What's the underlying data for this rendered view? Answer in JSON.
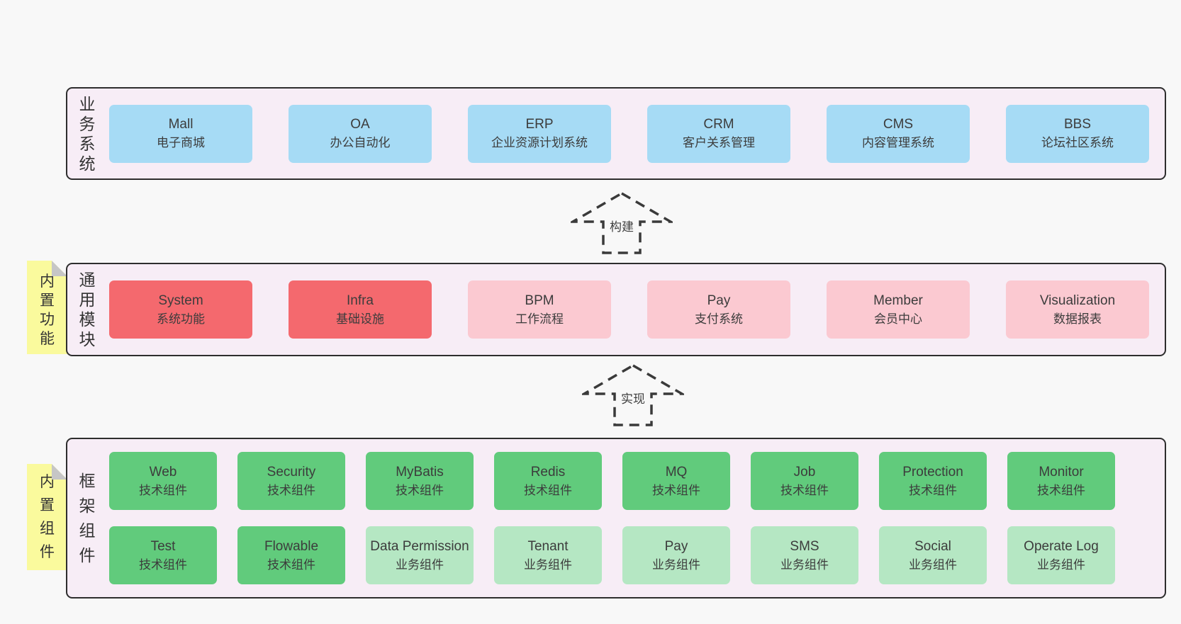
{
  "colors": {
    "background": "#f8f8f8",
    "panel_fill": "#f7edf6",
    "panel_border": "#2e2e2e",
    "blue": "#a6dbf5",
    "red": "#f4696e",
    "pink": "#fbc9d1",
    "green": "#61cb7c",
    "light_green": "#b5e7c3",
    "sticky_yellow": "#fafa9d",
    "fold_gray": "#c6c6c6",
    "text": "#3c3c3c"
  },
  "arrows": [
    {
      "label": "构建"
    },
    {
      "label": "实现"
    }
  ],
  "bands": [
    {
      "id": "business",
      "label": "业务系统",
      "sticky": null,
      "rows": [
        [
          {
            "en": "Mall",
            "zh": "电子商城",
            "color": "blue"
          },
          {
            "en": "OA",
            "zh": "办公自动化",
            "color": "blue"
          },
          {
            "en": "ERP",
            "zh": "企业资源计划系统",
            "color": "blue"
          },
          {
            "en": "CRM",
            "zh": "客户关系管理",
            "color": "blue"
          },
          {
            "en": "CMS",
            "zh": "内容管理系统",
            "color": "blue"
          },
          {
            "en": "BBS",
            "zh": "论坛社区系统",
            "color": "blue"
          }
        ]
      ]
    },
    {
      "id": "modules",
      "label": "通用模块",
      "sticky": "内置功能",
      "rows": [
        [
          {
            "en": "System",
            "zh": "系统功能",
            "color": "red"
          },
          {
            "en": "Infra",
            "zh": "基础设施",
            "color": "red"
          },
          {
            "en": "BPM",
            "zh": "工作流程",
            "color": "pink"
          },
          {
            "en": "Pay",
            "zh": "支付系统",
            "color": "pink"
          },
          {
            "en": "Member",
            "zh": "会员中心",
            "color": "pink"
          },
          {
            "en": "Visualization",
            "zh": "数据报表",
            "color": "pink"
          }
        ]
      ]
    },
    {
      "id": "components",
      "label": "框架组件",
      "sticky": "内置组件",
      "rows": [
        [
          {
            "en": "Web",
            "zh": "技术组件",
            "color": "green"
          },
          {
            "en": "Security",
            "zh": "技术组件",
            "color": "green"
          },
          {
            "en": "MyBatis",
            "zh": "技术组件",
            "color": "green"
          },
          {
            "en": "Redis",
            "zh": "技术组件",
            "color": "green"
          },
          {
            "en": "MQ",
            "zh": "技术组件",
            "color": "green"
          },
          {
            "en": "Job",
            "zh": "技术组件",
            "color": "green"
          },
          {
            "en": "Protection",
            "zh": "技术组件",
            "color": "green"
          },
          {
            "en": "Monitor",
            "zh": "技术组件",
            "color": "green"
          }
        ],
        [
          {
            "en": "Test",
            "zh": "技术组件",
            "color": "green"
          },
          {
            "en": "Flowable",
            "zh": "技术组件",
            "color": "green"
          },
          {
            "en": "Data Permission",
            "zh": "业务组件",
            "color": "lightgreen"
          },
          {
            "en": "Tenant",
            "zh": "业务组件",
            "color": "lightgreen"
          },
          {
            "en": "Pay",
            "zh": "业务组件",
            "color": "lightgreen"
          },
          {
            "en": "SMS",
            "zh": "业务组件",
            "color": "lightgreen"
          },
          {
            "en": "Social",
            "zh": "业务组件",
            "color": "lightgreen"
          },
          {
            "en": "Operate Log",
            "zh": "业务组件",
            "color": "lightgreen"
          }
        ]
      ]
    }
  ]
}
